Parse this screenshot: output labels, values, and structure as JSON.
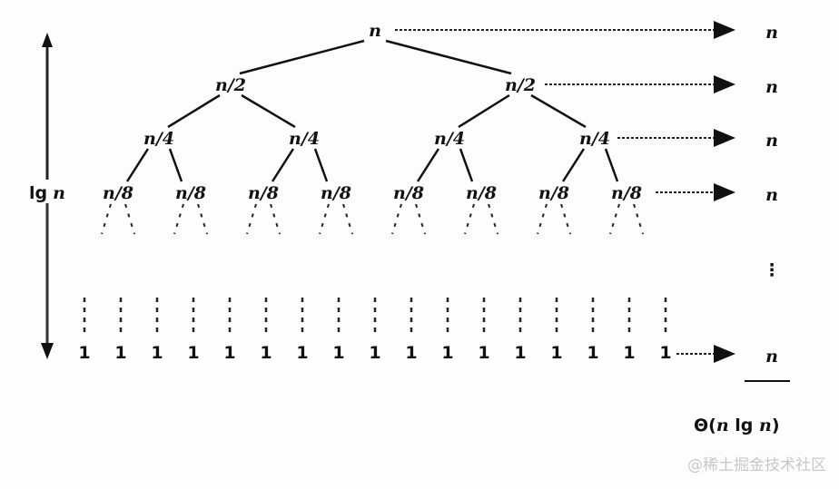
{
  "tree": {
    "root": "n",
    "level1": [
      "n/2",
      "n/2"
    ],
    "level2": [
      "n/4",
      "n/4",
      "n/4",
      "n/4"
    ],
    "level3": [
      "n/8",
      "n/8",
      "n/8",
      "n/8",
      "n/8",
      "n/8",
      "n/8",
      "n/8"
    ],
    "leaves": [
      "1",
      "1",
      "1",
      "1",
      "1",
      "1",
      "1",
      "1",
      "1",
      "1",
      "1",
      "1",
      "1",
      "1",
      "1",
      "1",
      "1"
    ]
  },
  "height_label": {
    "prefix": "lg",
    "var": "n"
  },
  "level_costs": [
    "n",
    "n",
    "n",
    "n",
    "⋮",
    "n"
  ],
  "total": {
    "theta": "Θ(",
    "n1": "n",
    "lg": " lg ",
    "n2": "n",
    "close": ")"
  },
  "watermark": "@稀土掘金技术社区"
}
